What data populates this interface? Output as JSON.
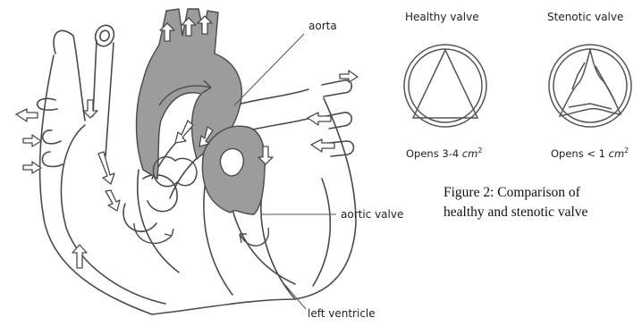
{
  "heart_labels": {
    "aorta": "aorta",
    "aortic_valve": "aortic valve",
    "left_ventricle": "left ventricle"
  },
  "valves": [
    {
      "title": "Healthy valve",
      "opening_prefix": "Opens 3-4",
      "opening_unit": "cm",
      "opening_exp": "2"
    },
    {
      "title": "Stenotic valve",
      "opening_prefix": "Opens < 1",
      "opening_unit": "cm",
      "opening_exp": "2"
    }
  ],
  "caption": {
    "line1": "Figure 2: Comparison of",
    "line2": "healthy and stenotic valve"
  },
  "colors": {
    "ink": "#4a4a4a",
    "shade": "#9c9c9c",
    "text": "#222222"
  }
}
